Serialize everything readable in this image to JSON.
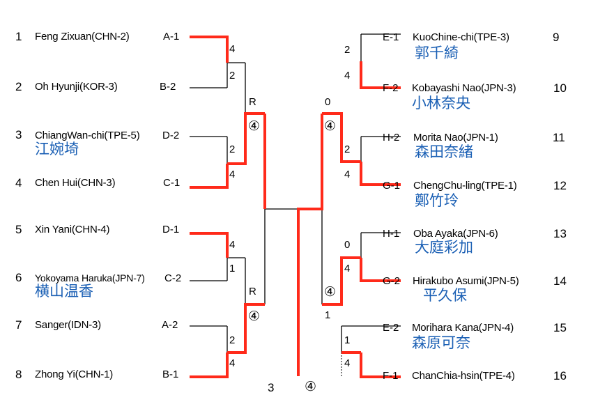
{
  "colors": {
    "win_line": "#ff2a1a",
    "line": "#000000",
    "kanji": "#1a5fb4"
  },
  "left_players": [
    {
      "no": "1",
      "name": "Feng  Zixuan(CHN-2)",
      "seed": "A-1",
      "kanji": ""
    },
    {
      "no": "2",
      "name": "Oh  Hyunji(KOR-3)",
      "seed": "B-2",
      "kanji": ""
    },
    {
      "no": "3",
      "name": "ChiangWan-chi(TPE-5)",
      "seed": "D-2",
      "kanji": "江婉埼"
    },
    {
      "no": "4",
      "name": "Chen  Hui(CHN-3)",
      "seed": "C-1",
      "kanji": ""
    },
    {
      "no": "5",
      "name": "Xin  Yani(CHN-4)",
      "seed": "D-1",
      "kanji": ""
    },
    {
      "no": "6",
      "name": "Yokoyama  Haruka(JPN-7)",
      "seed": "C-2",
      "kanji": "横山温香"
    },
    {
      "no": "7",
      "name": "Sanger(IDN-3)",
      "seed": "A-2",
      "kanji": ""
    },
    {
      "no": "8",
      "name": "Zhong  Yi(CHN-1)",
      "seed": "B-1",
      "kanji": ""
    }
  ],
  "right_players": [
    {
      "no": "9",
      "name": "KuoChine-chi(TPE-3)",
      "seed": "E-1",
      "kanji": "郭千綺"
    },
    {
      "no": "10",
      "name": "Kobayashi  Nao(JPN-3)",
      "seed": "F-2",
      "kanji": "小林奈央"
    },
    {
      "no": "11",
      "name": "Morita  Nao(JPN-1)",
      "seed": "H-2",
      "kanji": "森田奈緒"
    },
    {
      "no": "12",
      "name": "ChengChu-ling(TPE-1)",
      "seed": "G-1",
      "kanji": "鄭竹玲"
    },
    {
      "no": "13",
      "name": "Oba  Ayaka(JPN-6)",
      "seed": "H-1",
      "kanji": "大庭彩加"
    },
    {
      "no": "14",
      "name": "Hirakubo  Asumi(JPN-5)",
      "seed": "G-2",
      "kanji": "平久保"
    },
    {
      "no": "15",
      "name": "Morihara  Kana(JPN-4)",
      "seed": "E-2",
      "kanji": "森原可奈"
    },
    {
      "no": "16",
      "name": "ChanChia-hsin(TPE-4)",
      "seed": "F-1",
      "kanji": ""
    }
  ],
  "scores": {
    "l1a": "4",
    "l1b": "2",
    "l2a": "2",
    "l2b": "4",
    "l3a": "4",
    "l3b": "1",
    "l4a": "2",
    "l4b": "4",
    "lsf1": "R",
    "lsf1c": "④",
    "lsf2": "R",
    "lsf2c": "④",
    "r1a": "2",
    "r1b": "4",
    "r2a": "2",
    "r2b": "4",
    "r3a": "0",
    "r3b": "4",
    "r4a": "1",
    "r4b": "4",
    "rsf1": "0",
    "rsf1c": "④",
    "rsf2c": "④",
    "rsf2": "1",
    "final_left": "3",
    "final_right": "④"
  }
}
